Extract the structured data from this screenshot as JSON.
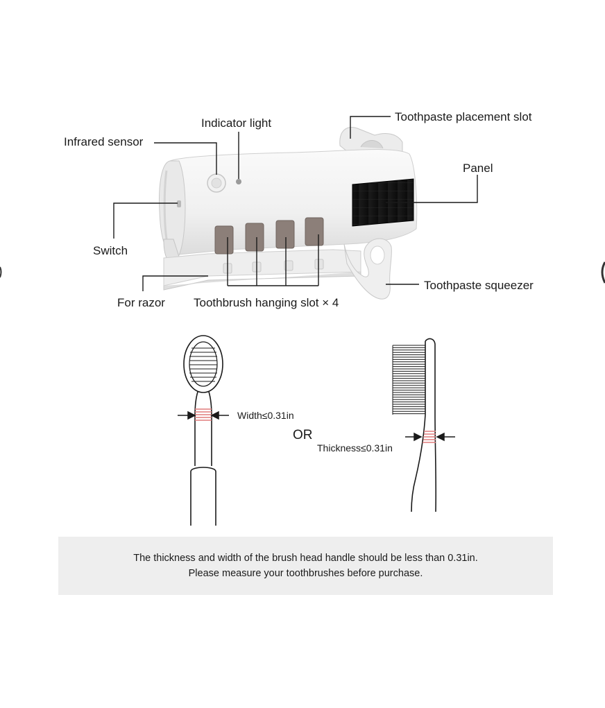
{
  "callouts": {
    "infrared_sensor": "Infrared sensor",
    "indicator_light": "Indicator light",
    "toothpaste_slot": "Toothpaste placement slot",
    "panel": "Panel",
    "switch": "Switch",
    "for_razor": "For razor",
    "hanging_slot": "Toothbrush hanging slot × 4",
    "squeezer": "Toothpaste squeezer"
  },
  "measurements": {
    "width": "Width≤0.31in",
    "or": "OR",
    "thickness": "Thickness≤0.31in"
  },
  "note": {
    "line1": "The thickness and width of the brush head handle should be less than 0.31in.",
    "line2": "Please measure your toothbrushes before purchase."
  },
  "colors": {
    "device_body": "#f4f4f4",
    "solar_panel": "#111111",
    "slot": "#8a7e78",
    "measure_mark": "#e07c7c",
    "note_background": "#eeeeee"
  }
}
